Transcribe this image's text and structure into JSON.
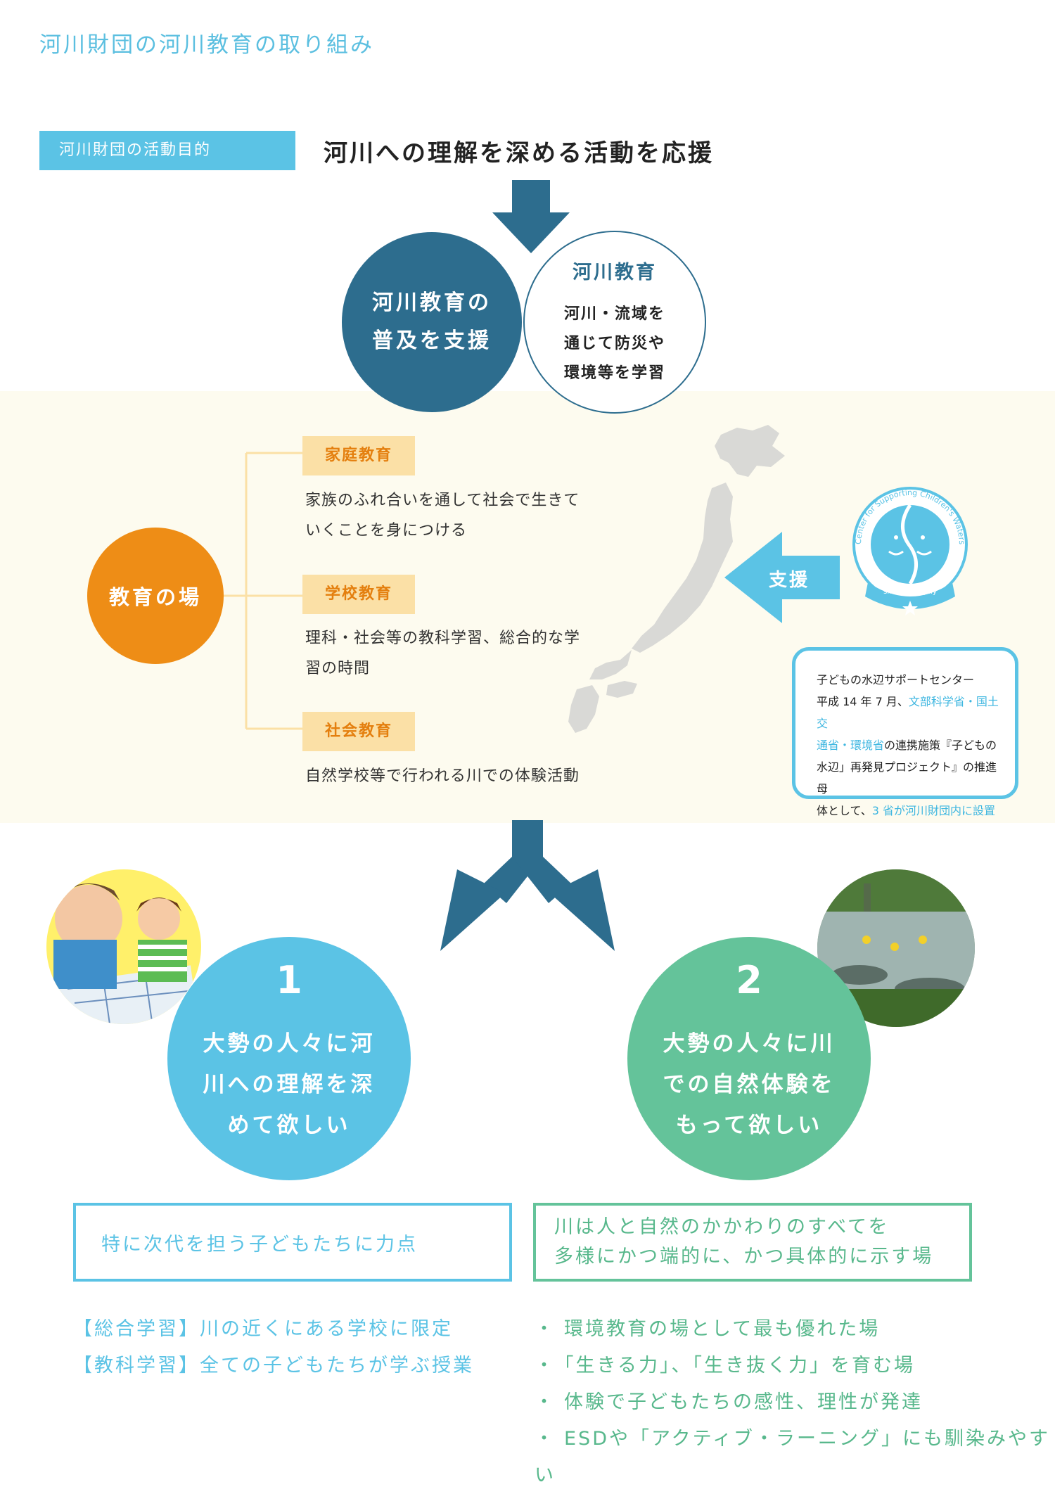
{
  "page_title": "河川財団の河川教育の取り組み",
  "purpose": {
    "label": "河川財団の活動目的",
    "text": "河川への理解を深める活動を応援"
  },
  "support_circle": {
    "line1": "河川教育の",
    "line2": "普及を支援"
  },
  "river_edu_circle": {
    "heading": "河川教育",
    "line1": "河川・流域を",
    "line2": "通じて防災や",
    "line3": "環境等を学習"
  },
  "places": {
    "hub": "教育の場",
    "items": [
      {
        "label": "家庭教育",
        "line1": "家族のふれ合いを通して社会で生きて",
        "line2": "いくことを身につける"
      },
      {
        "label": "学校教育",
        "line1": "理科・社会等の教科学習、総合的な学",
        "line2": "習の時間"
      },
      {
        "label": "社会教育",
        "line1": "自然学校等で行われる川での体験活動",
        "line2": ""
      }
    ]
  },
  "support_arrow_label": "支援",
  "logo": {
    "arc_text": "Center for Supporting Children's Waterside Activities",
    "since": "since 2002 July"
  },
  "center_info": {
    "line1": "子どもの水辺サポートセンター",
    "line2_pre": "平成 14 年 7 月、",
    "line2_hl": "文部科学省・国土交",
    "line3_hl": "通省・環境省",
    "line3_post": "の連携施策『子どもの",
    "line4": "水辺」再発見プロジェクト』の推進母",
    "line5_pre": "体として、",
    "line5_hl": "3 省が河川財団内に設置"
  },
  "goals": [
    {
      "num": "1",
      "line1": "大勢の人々に河",
      "line2": "川への理解を深",
      "line3": "めて欲しい"
    },
    {
      "num": "2",
      "line1": "大勢の人々に川",
      "line2": "での自然体験を",
      "line3": "もって欲しい"
    }
  ],
  "left_box": "特に次代を担う子どもたちに力点",
  "right_box": {
    "line1": "川は人と自然のかかわりのすべてを",
    "line2": "多様にかつ端的に、かつ具体的に示す場"
  },
  "left_list": [
    "【総合学習】川の近くにある学校に限定",
    "【教科学習】全ての子どもたちが学ぶ授業"
  ],
  "right_list": [
    "環境教育の場として最も優れた場",
    "「生きる力」、「生き抜く力」を育む場",
    "体験で子どもたちの感性、理性が発達",
    "ESDや「アクティブ・ラーニング」にも馴染みやすい"
  ],
  "colors": {
    "light_blue": "#5bc3e5",
    "navy": "#2d6d8e",
    "orange": "#ee8d16",
    "green": "#64c39a",
    "pale_yellow": "#fdfbef"
  }
}
